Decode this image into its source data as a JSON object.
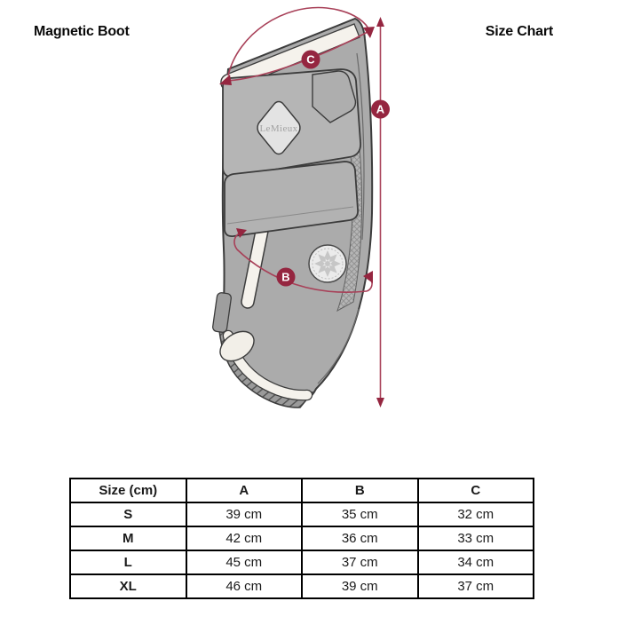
{
  "header": {
    "product_title": "Magnetic Boot",
    "chart_title": "Size Chart"
  },
  "illustration": {
    "brand": "LeMieux",
    "markers": {
      "a": "A",
      "b": "B",
      "c": "C"
    },
    "accent_color": "#952640",
    "arrow_line_color": "#a84058"
  },
  "size_table": {
    "columns": [
      "Size (cm)",
      "A",
      "B",
      "C"
    ],
    "rows": [
      [
        "S",
        "39 cm",
        "35 cm",
        "32 cm"
      ],
      [
        "M",
        "42 cm",
        "36 cm",
        "33 cm"
      ],
      [
        "L",
        "45 cm",
        "37 cm",
        "34 cm"
      ],
      [
        "XL",
        "46 cm",
        "39 cm",
        "37 cm"
      ]
    ]
  }
}
